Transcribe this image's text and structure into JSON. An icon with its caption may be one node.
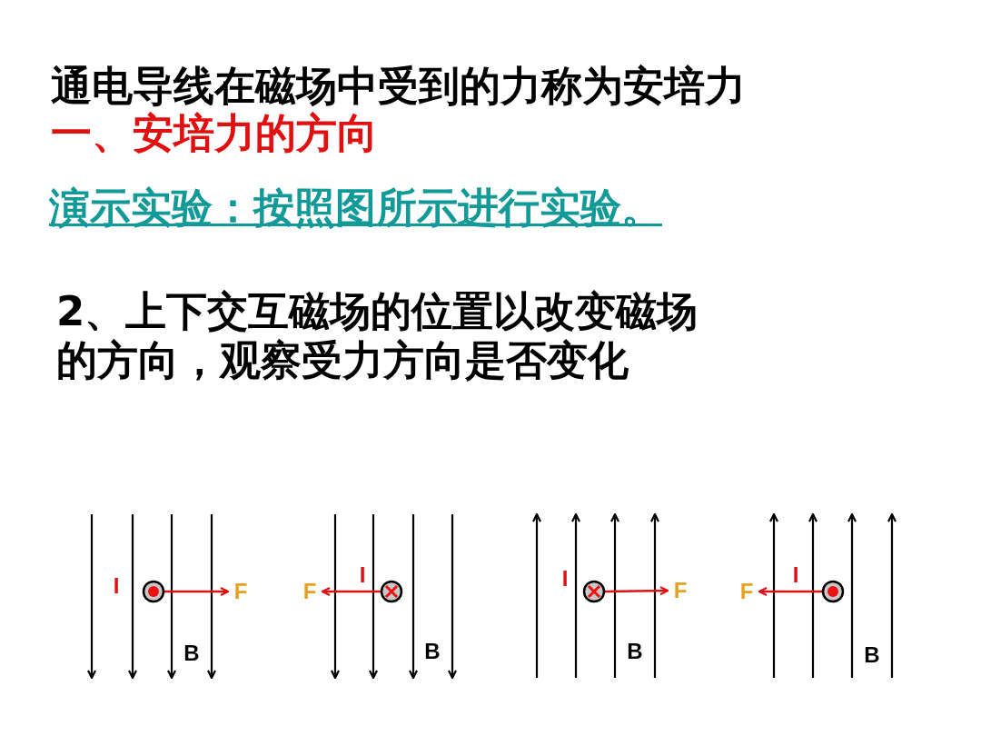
{
  "diagram": {
    "title": "通电导线在磁场中受到的力称为安培力",
    "nodes": [
      {
        "text": [],
        "shape": "circle"
      },
      {
        "text": [
          "F"
        ]
      },
      {
        "text": [],
        "shape": "circle"
      },
      {
        "text": [
          "F"
        ]
      },
      {
        "text": [],
        "shape": "circle"
      },
      {
        "text": [
          "F"
        ]
      },
      {
        "text": [],
        "shape": "circle"
      },
      {
        "text": [
          "F"
        ]
      }
    ],
    "edges": [
      {
        "from": 0,
        "to": 1,
        "arrow": "to"
      },
      {
        "from": 2,
        "to": 3,
        "arrow": "to"
      },
      {
        "from": 4,
        "to": 5,
        "arrow": "to"
      },
      {
        "from": 6,
        "to": 7,
        "arrow": "to"
      }
    ],
    "labels": [
      "一、安培力的方向",
      "演示实验：按照图所示进行实验。",
      "2、上下交互磁场的位置以改变磁场的方向，观察受力方向是否变化",
      "I",
      "B",
      "I",
      "B",
      "I",
      "B",
      "I",
      "B"
    ]
  }
}
